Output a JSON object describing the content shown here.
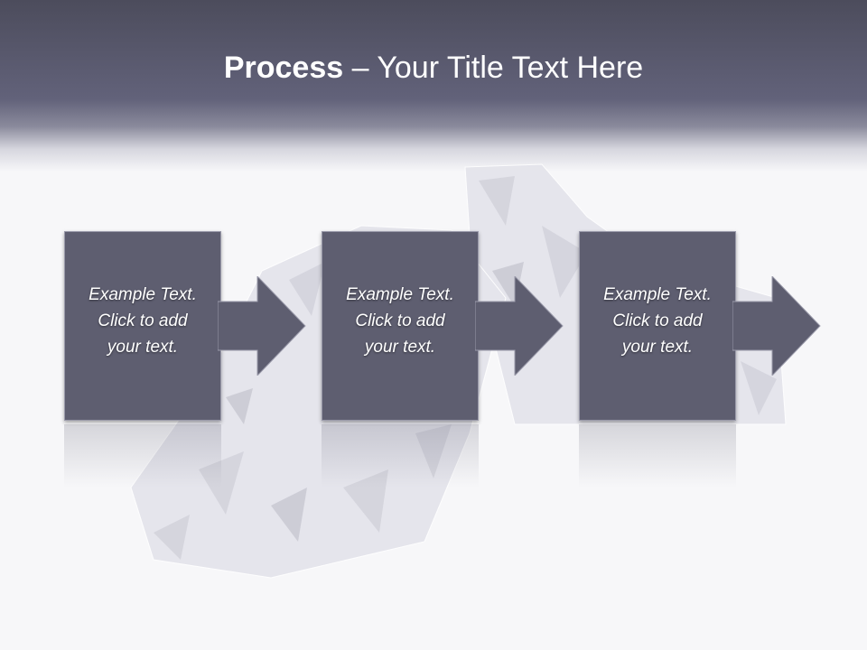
{
  "slide": {
    "title_bold": "Process",
    "title_rest": " – Your Title Text Here",
    "steps": [
      {
        "line1": "Example Text.",
        "line2": "Click  to add",
        "line3": "your text."
      },
      {
        "line1": "Example Text.",
        "line2": "Click  to add",
        "line3": "your text."
      },
      {
        "line1": "Example Text.",
        "line2": "Click  to add",
        "line3": "your text."
      }
    ]
  },
  "colors": {
    "header": "#5f5f73",
    "box": "#5e5e70",
    "background": "#f7f7f9",
    "text": "#ffffff"
  },
  "icons": {
    "step_arrow": "right-arrow-icon",
    "background_image": "diamond-illustration"
  }
}
